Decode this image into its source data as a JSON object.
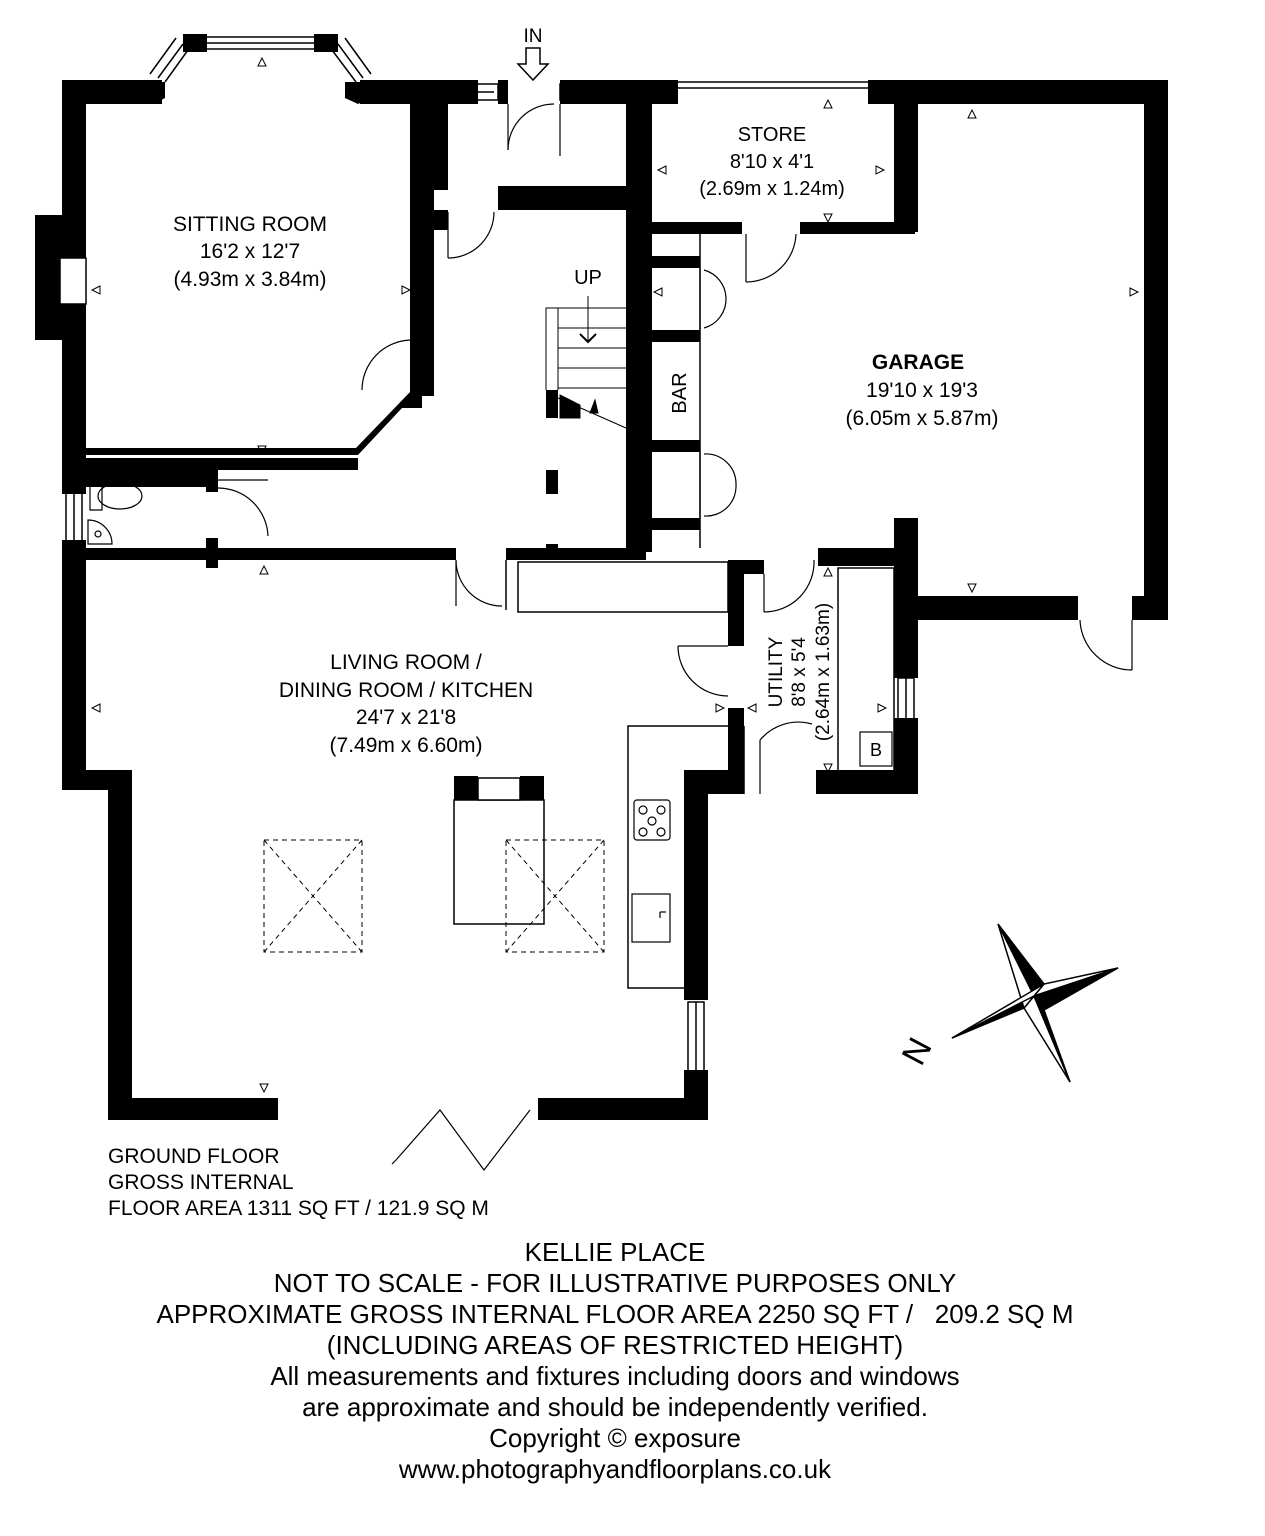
{
  "entrance_label": "IN",
  "stairs_label": "UP",
  "rooms": {
    "sitting_room": {
      "name": "SITTING ROOM",
      "size_imperial": "16'2 x 12'7",
      "size_metric": "(4.93m x 3.84m)"
    },
    "store": {
      "name": "STORE",
      "size_imperial": "8'10 x 4'1",
      "size_metric": "(2.69m x 1.24m)"
    },
    "garage": {
      "name": "GARAGE",
      "size_imperial": "19'10 x 19'3",
      "size_metric": "(6.05m x 5.87m)"
    },
    "bar": {
      "name": "BAR"
    },
    "living": {
      "name_line1": "LIVING ROOM /",
      "name_line2": "DINING ROOM / KITCHEN",
      "size_imperial": "24'7 x 21'8",
      "size_metric": "(7.49m x 6.60m)"
    },
    "utility": {
      "name": "UTILITY",
      "size_imperial": "8'8 x 5'4",
      "size_metric": "(2.64m x 1.63m)"
    },
    "boiler": {
      "name": "B"
    }
  },
  "compass_label": "N",
  "ground_floor": {
    "line1": "GROUND FLOOR",
    "line2": "GROSS INTERNAL",
    "line3": "FLOOR AREA 1311 SQ FT / 121.9 SQ M"
  },
  "footer": {
    "property_name": "KELLIE PLACE",
    "scale_note": "NOT TO SCALE - FOR ILLUSTRATIVE PURPOSES ONLY",
    "total_area": "APPROXIMATE GROSS INTERNAL FLOOR AREA 2250 SQ FT /   209.2 SQ M",
    "restricted_note": "(INCLUDING AREAS OF RESTRICTED HEIGHT)",
    "disclaimer_line1": "All measurements and fixtures including doors and windows",
    "disclaimer_line2": "are approximate and should be independently verified.",
    "copyright": "Copyright © exposure",
    "website": "www.photographyandfloorplans.co.uk"
  }
}
